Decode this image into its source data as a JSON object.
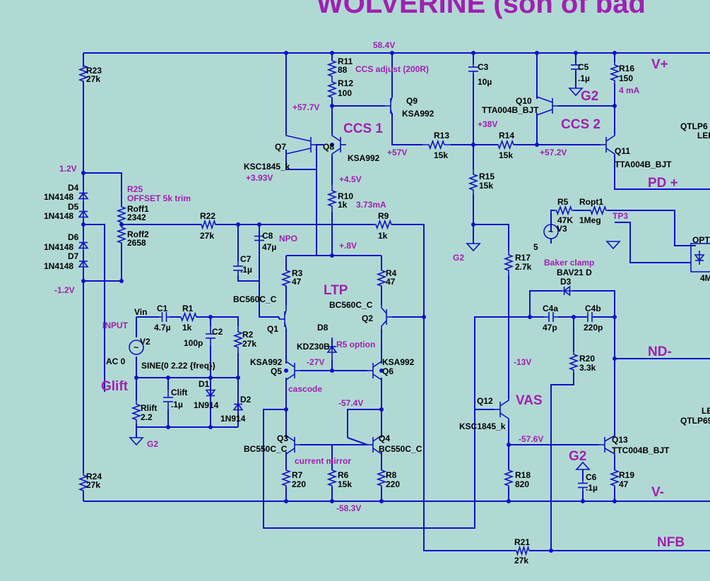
{
  "title": "WOLVERINE (son of bad",
  "rails": {
    "vplus": "V+",
    "vminus": "V-",
    "pdplus": "PD +",
    "ndminus": "ND-",
    "nfb": "NFB"
  },
  "groups": {
    "ccs1": "CCS 1",
    "ccs2": "CCS 2",
    "ltp": "LTP",
    "vas": "VAS",
    "glift": "Glift"
  },
  "nodes": {
    "top": "58.4V",
    "n577": "+57.7V",
    "n38": "+38V",
    "n57": "+57V",
    "n572": "+57.2V",
    "n4ma": "4 mA",
    "n393": "+3.93V",
    "n45": "+4.5V",
    "n373": "3.73mA",
    "n08": "+.8V",
    "n12": "1.2V",
    "nm12": "-1.2V",
    "nm27": "-27V",
    "nm13": "-13V",
    "nm574": "-57.4V",
    "nm576": "-57.6V",
    "nm583": "-58.3V"
  },
  "notes": {
    "ccs_adjust": "CCS adjust (200R)",
    "offset": "OFFSET 5k trim",
    "npo": "NPO",
    "input": "INPUT",
    "vin": "Vin",
    "r5option": "R5 option",
    "cascode": "cascode",
    "mirror": "current mirror",
    "baker": "Baker clamp",
    "ac": "AC 0",
    "sine": "SINE(0 2.22 {freq})",
    "tp3": "TP3",
    "g2": "G2",
    "five": "5",
    "opt": "OPT",
    "qtlp_a": "QTLP6",
    "led_a": "LED",
    "four": "4M",
    "led_b": "LE",
    "qtlp_b": "QTLP69"
  },
  "parts": {
    "R23": [
      "R23",
      "27k"
    ],
    "R24": [
      "R24",
      "27k"
    ],
    "R11": [
      "R11",
      "88"
    ],
    "R12": [
      "R12",
      "100"
    ],
    "R10": [
      "R10",
      "1k"
    ],
    "R9": [
      "R9",
      "1k"
    ],
    "R22": [
      "R22",
      "27k"
    ],
    "R25": [
      "R25"
    ],
    "Roff1": [
      "Roff1",
      "2342"
    ],
    "Roff2": [
      "Roff2",
      "2658"
    ],
    "R3": [
      "R3",
      "47"
    ],
    "R4": [
      "R4",
      "47"
    ],
    "R1": [
      "R1",
      "1k"
    ],
    "R2": [
      "R2",
      "27k"
    ],
    "R7": [
      "R7",
      "220"
    ],
    "R6": [
      "R6",
      "15k"
    ],
    "R8": [
      "R8",
      "220"
    ],
    "R13": [
      "R13",
      "15k"
    ],
    "R14": [
      "R14",
      "15k"
    ],
    "R15": [
      "R15",
      "15k"
    ],
    "R16": [
      "R16",
      "150"
    ],
    "R17": [
      "R17",
      "2.7k"
    ],
    "R18": [
      "R18",
      "820"
    ],
    "R19": [
      "R19",
      "47"
    ],
    "R20": [
      "R20",
      "3.3k"
    ],
    "R21": [
      "R21",
      "27k"
    ],
    "R5": [
      "R5",
      "47K"
    ],
    "Ropt1": [
      "Ropt1",
      "1Meg"
    ],
    "Rlift": [
      "Rlift",
      "2.2"
    ],
    "C1": [
      "C1",
      "4.7µ"
    ],
    "C2": [
      "C2",
      "100p"
    ],
    "C3": [
      "C3",
      "10µ"
    ],
    "C5": [
      "C5",
      ".1µ"
    ],
    "C6": [
      "C6",
      ".1µ"
    ],
    "C7": [
      "C7",
      ".1µ"
    ],
    "C8": [
      "C8",
      "47µ"
    ],
    "C4a": [
      "C4a",
      "47p"
    ],
    "C4b": [
      "C4b",
      "220p"
    ],
    "Clift": [
      "Clift",
      ".1µ"
    ],
    "D4": [
      "D4",
      "1N4148"
    ],
    "D5": [
      "D5",
      "1N4148"
    ],
    "D6": [
      "D6",
      "1N4148"
    ],
    "D7": [
      "D7",
      "1N4148"
    ],
    "D8": [
      "D8",
      "KDZ30B"
    ],
    "D1": [
      "D1",
      "1N914"
    ],
    "D2": [
      "D2",
      "1N914"
    ],
    "D3": [
      "D3",
      "BAV21 D"
    ],
    "Q1": [
      "Q1",
      "BC560C_C"
    ],
    "Q2": [
      "Q2",
      "BC560C_C"
    ],
    "Q3": [
      "Q3",
      "BC550C_C"
    ],
    "Q4": [
      "Q4",
      "BC550C_C"
    ],
    "Q5": [
      "Q5",
      "KSA992"
    ],
    "Q6": [
      "Q6",
      "KSA992"
    ],
    "Q7": [
      "Q7",
      "KSC1845_k"
    ],
    "Q8": [
      "Q8",
      "KSA992"
    ],
    "Q9": [
      "Q9",
      "KSA992"
    ],
    "Q10": [
      "Q10",
      "TTA004B_BJT"
    ],
    "Q11": [
      "Q11",
      "TTA004B_BJT"
    ],
    "Q12": [
      "Q12",
      "KSC1845_k"
    ],
    "Q13": [
      "Q13",
      "TTC004B_BJT"
    ],
    "V2": [
      "V2"
    ],
    "V3": [
      "V3"
    ]
  }
}
